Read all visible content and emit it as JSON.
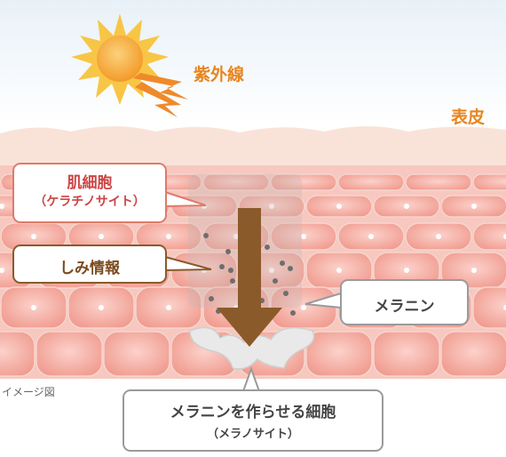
{
  "labels": {
    "uv": "紫外線",
    "epidermis": "表皮",
    "keratinocyte_title": "肌細胞",
    "keratinocyte_sub": "（ケラチノサイト）",
    "spot_info": "しみ情報",
    "melanin": "メラニン",
    "melanocyte_title": "メラニンを作らせる細胞",
    "melanocyte_sub": "（メラノサイト）",
    "image_note": "イメージ図"
  },
  "colors": {
    "uv_text": "#e8851f",
    "sun": "#f7b733",
    "arrow": "#8a5a2b",
    "cell": "#f3a79d",
    "callout_red": "#e07a6a",
    "callout_brown": "#8a5a2b",
    "callout_gray": "#9a9a9a"
  }
}
